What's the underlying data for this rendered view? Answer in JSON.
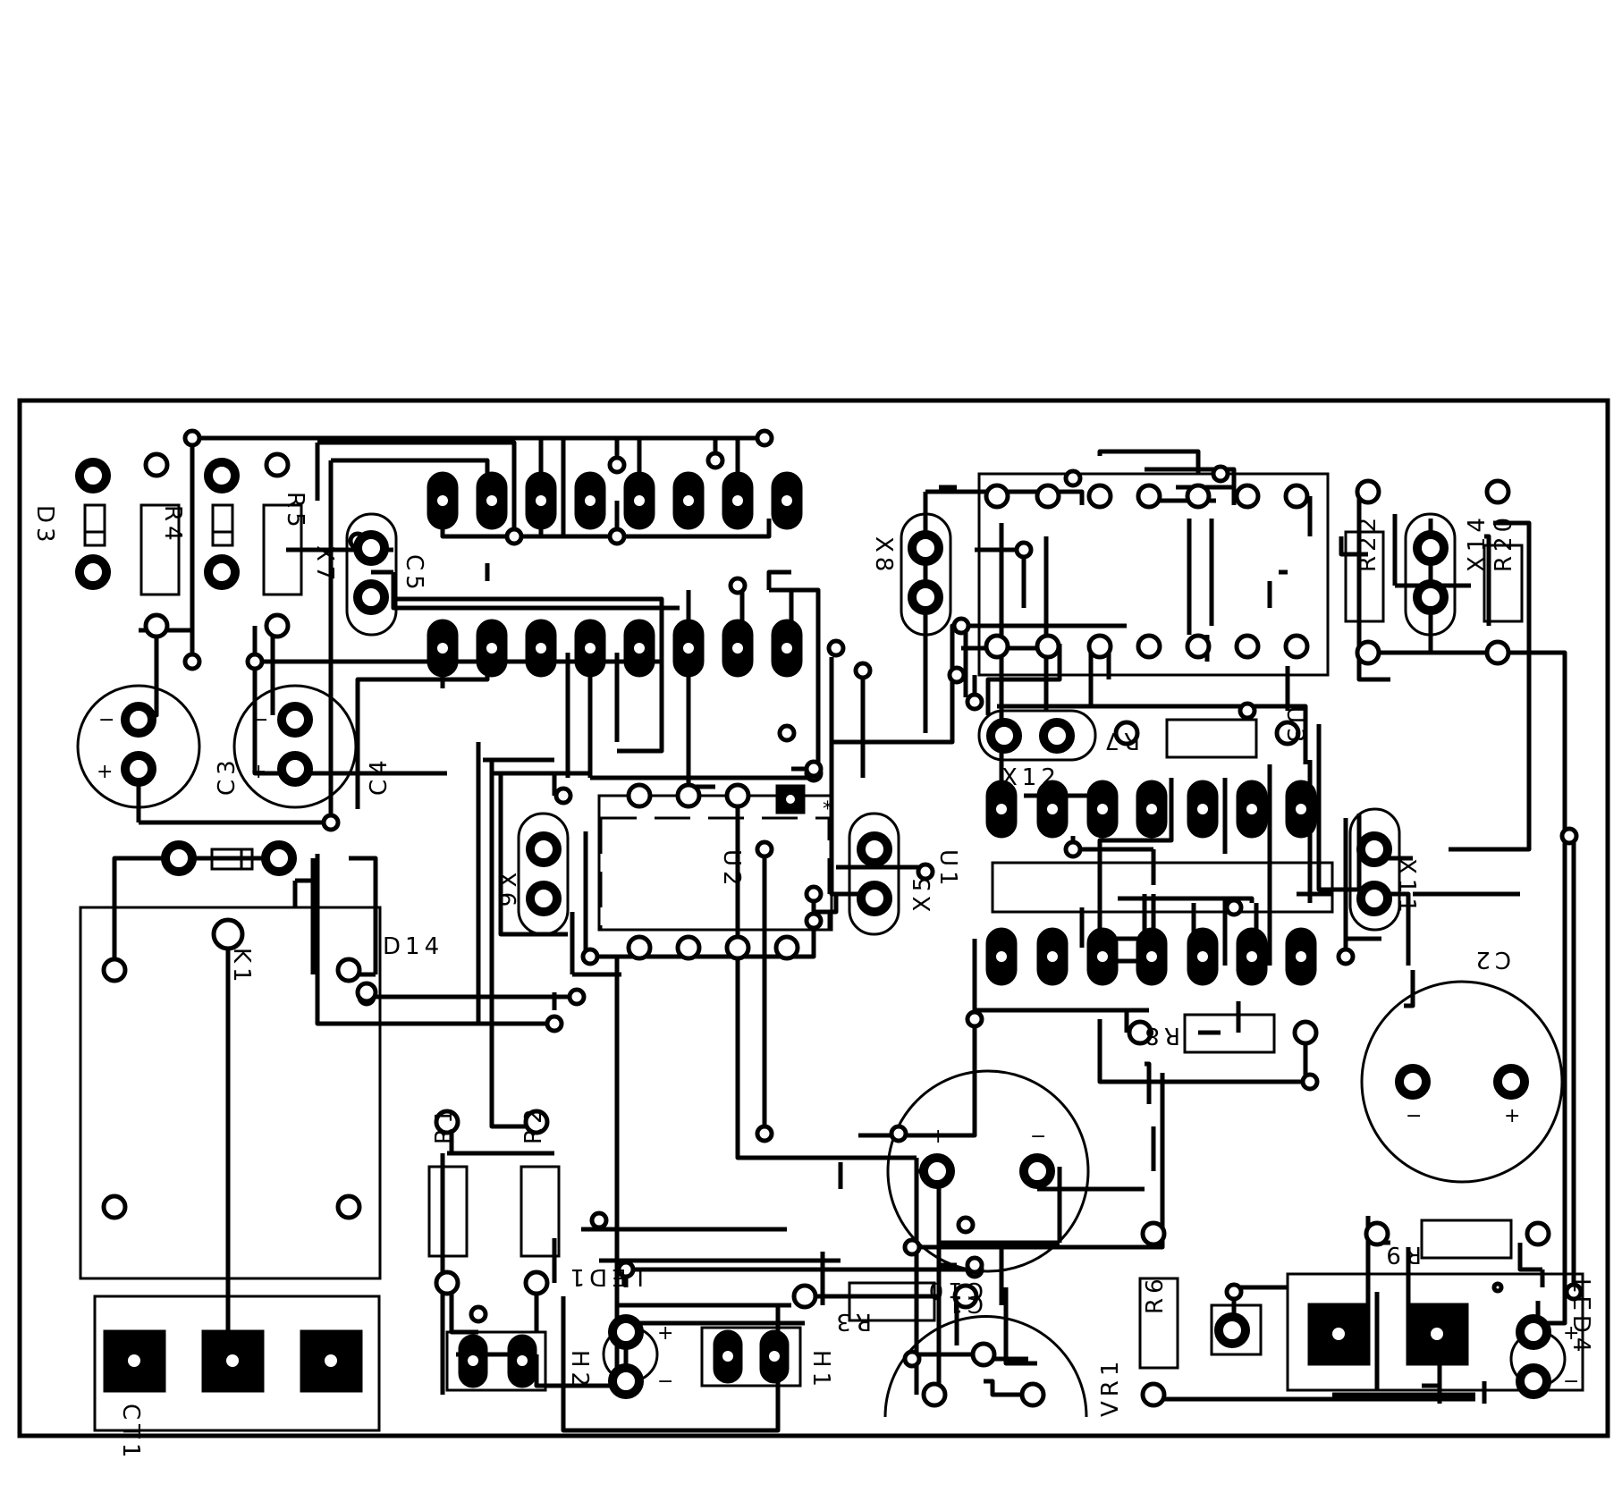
{
  "board": {
    "labels": {
      "D3": "D3",
      "R4": "R4",
      "R5": "R5",
      "X7": "X7",
      "C5": "C5",
      "C3": "C3",
      "C4": "C4",
      "D14": "D14",
      "K1": "K1",
      "CT1": "CT1",
      "X8": "X8",
      "U3": "U3",
      "R22": "R22",
      "R20": "R20",
      "X14": "X14",
      "X12": "X12",
      "R7": "R7",
      "U1": "U1",
      "X5": "X5",
      "U2": "U2",
      "X6": "X6",
      "X11": "X11",
      "C2": "C2",
      "R8": "R8",
      "C1": "C1",
      "R1": "R1",
      "R2": "R2",
      "LED1": "LED1",
      "R3": "R3",
      "C10": "C10",
      "H2": "H2",
      "H1": "H1",
      "VR1": "VR1",
      "R6": "R6",
      "R9": "R9",
      "LED4": "LED4"
    },
    "marks": {
      "plus": "+",
      "minus": "−",
      "star": "*"
    }
  }
}
